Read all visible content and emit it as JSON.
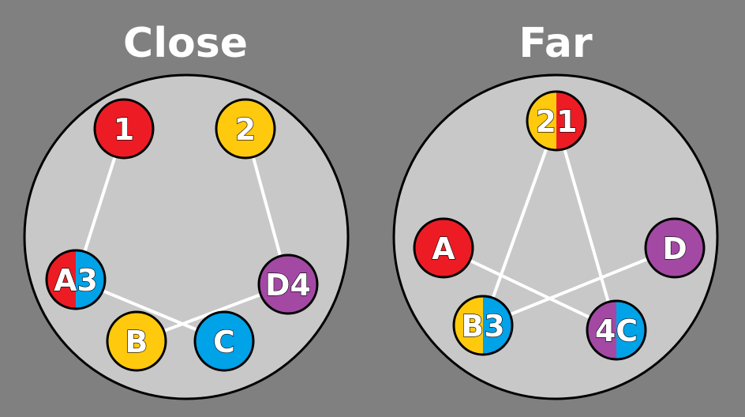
{
  "colors": {
    "background": "#808080",
    "panel_fill": "#c8c8c8",
    "outline": "#000000",
    "link": "#ffffff",
    "red": "#ed1c24",
    "yellow": "#ffc90e",
    "blue": "#00a2e8",
    "purple": "#a349a4"
  },
  "panels": [
    {
      "title": "Close",
      "nodes": [
        {
          "id": "n1",
          "label": "1",
          "colors": [
            "red"
          ]
        },
        {
          "id": "n2",
          "label": "2",
          "colors": [
            "yellow"
          ]
        },
        {
          "id": "a3",
          "label": "A3",
          "colors": [
            "red",
            "blue"
          ]
        },
        {
          "id": "d4",
          "label": "D4",
          "colors": [
            "purple"
          ]
        },
        {
          "id": "b",
          "label": "B",
          "colors": [
            "yellow"
          ]
        },
        {
          "id": "c",
          "label": "C",
          "colors": [
            "blue"
          ]
        }
      ],
      "links": [
        [
          "n1",
          "a3"
        ],
        [
          "n2",
          "d4"
        ],
        [
          "a3",
          "c"
        ],
        [
          "d4",
          "b"
        ]
      ]
    },
    {
      "title": "Far",
      "nodes": [
        {
          "id": "t21",
          "label": "21",
          "colors": [
            "yellow",
            "red"
          ]
        },
        {
          "id": "a",
          "label": "A",
          "colors": [
            "red"
          ]
        },
        {
          "id": "d",
          "label": "D",
          "colors": [
            "purple"
          ]
        },
        {
          "id": "b3",
          "label": "B3",
          "colors": [
            "yellow",
            "blue"
          ]
        },
        {
          "id": "c4",
          "label": "4C",
          "colors": [
            "purple",
            "blue"
          ]
        }
      ],
      "links": [
        [
          "t21",
          "b3"
        ],
        [
          "t21",
          "c4"
        ],
        [
          "a",
          "c4"
        ],
        [
          "d",
          "b3"
        ]
      ]
    }
  ]
}
